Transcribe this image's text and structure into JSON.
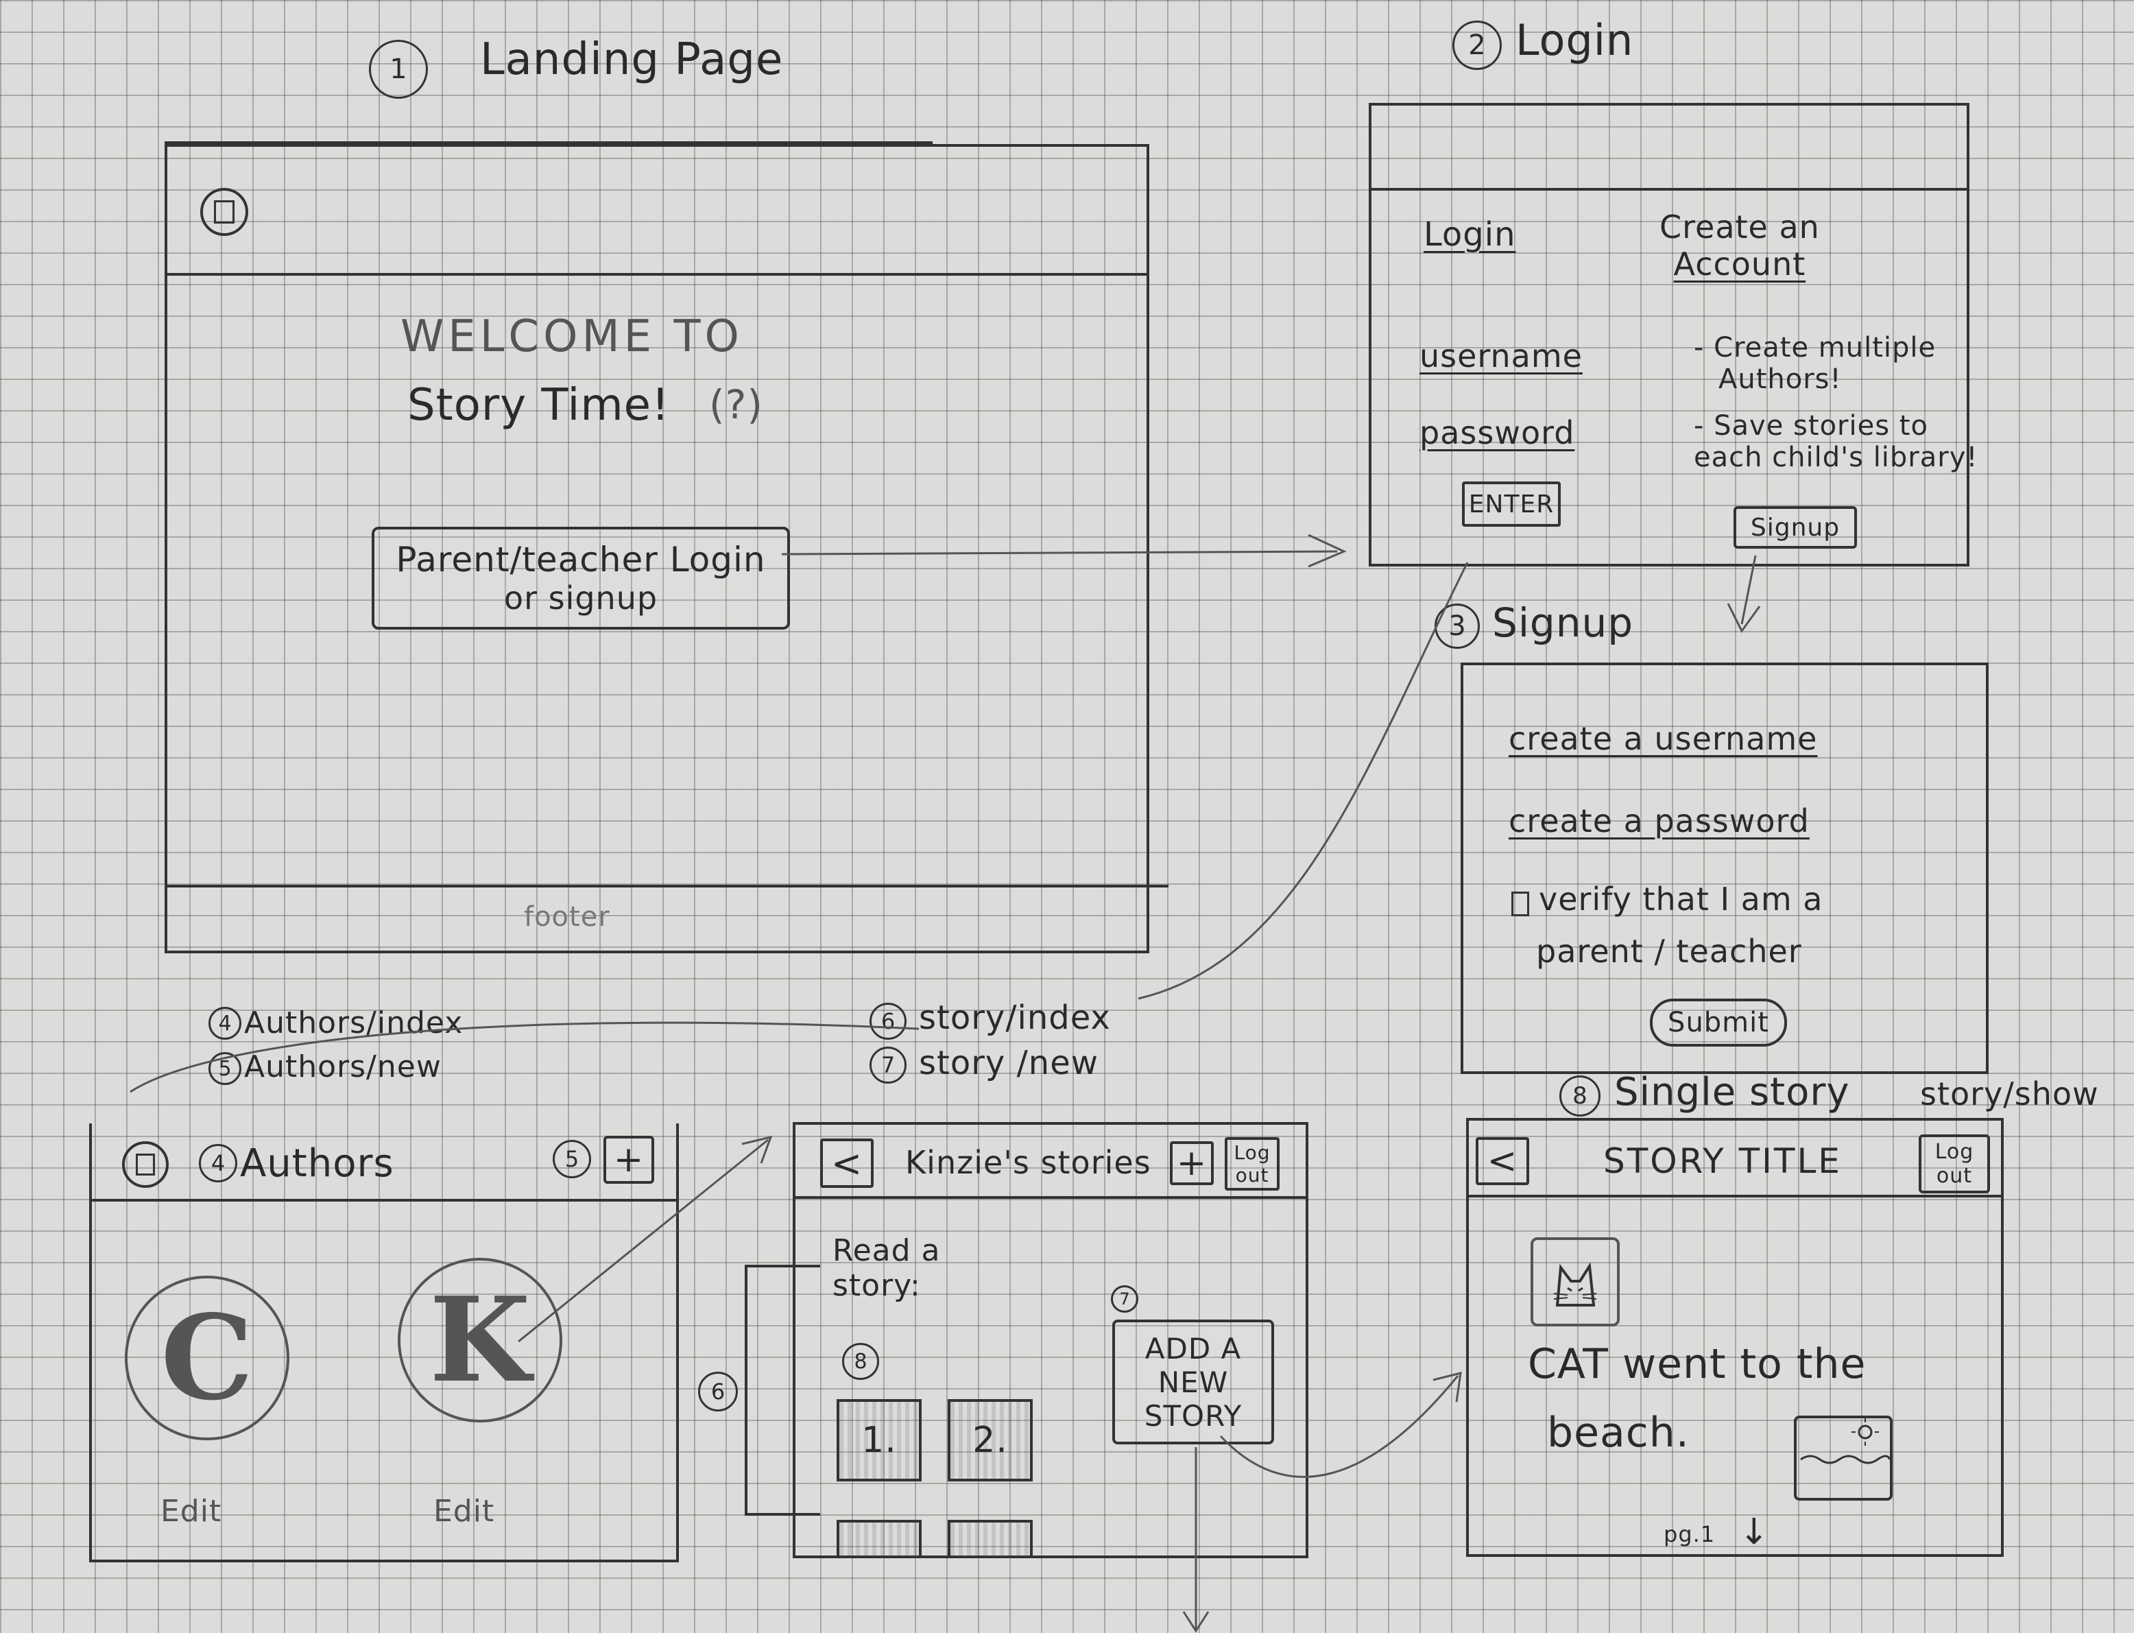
{
  "landing": {
    "number": "1",
    "title": "Landing Page",
    "welcome_line1": "WELCOME TO",
    "welcome_line2": "Story Time!",
    "help_mark": "(?)",
    "login_button_line1": "Parent/teacher Login",
    "login_button_line2": "or signup",
    "footer": "footer"
  },
  "login": {
    "number": "2",
    "title": "Login",
    "tab_login": "Login",
    "tab_create_line1": "Create an",
    "tab_create_line2": "Account",
    "username_label": "username",
    "password_label": "password",
    "enter_button": "ENTER",
    "benefit1_line1": "- Create multiple",
    "benefit1_line2": "Authors!",
    "benefit2_line1": "- Save stories to",
    "benefit2_line2": "each child's library!",
    "signup_button": "Signup"
  },
  "signup": {
    "number": "3",
    "title": "Signup",
    "username_field": "create a username",
    "password_field": "create a password",
    "verify_line1": "verify that I am a",
    "verify_line2": "parent / teacher",
    "submit_button": "Submit"
  },
  "routes": {
    "authors_index": "Authors/index",
    "authors_new": "Authors/new",
    "authors_index_num": "4",
    "authors_new_num": "5",
    "story_index": "story/index",
    "story_new": "story /new",
    "story_index_num": "6",
    "story_new_num": "7"
  },
  "authors": {
    "number": "4",
    "title": "Authors",
    "add_number": "5",
    "add_button": "+",
    "author_c_letter": "C",
    "author_k_letter": "K",
    "edit_c": "Edit",
    "edit_k": "Edit"
  },
  "stories": {
    "back_button": "<",
    "title": "Kinzie's stories",
    "add_button": "+",
    "logout_line1": "Log",
    "logout_line2": "out",
    "read_line1": "Read a",
    "read_line2": "story:",
    "read_number": "8",
    "story_tile_1": "1.",
    "story_tile_2": "2.",
    "add_new_number": "7",
    "add_new_line1": "ADD A",
    "add_new_line2": "NEW",
    "add_new_line3": "STORY",
    "bracket_number": "6"
  },
  "single_story": {
    "number": "8",
    "title": "Single story",
    "route": "story/show",
    "back_button": "<",
    "story_title": "STORY TITLE",
    "logout_line1": "Log",
    "logout_line2": "out",
    "text_line1": "CAT went to the",
    "text_line2": "beach.",
    "page_label": "pg.1",
    "page_arrow": "↓"
  }
}
